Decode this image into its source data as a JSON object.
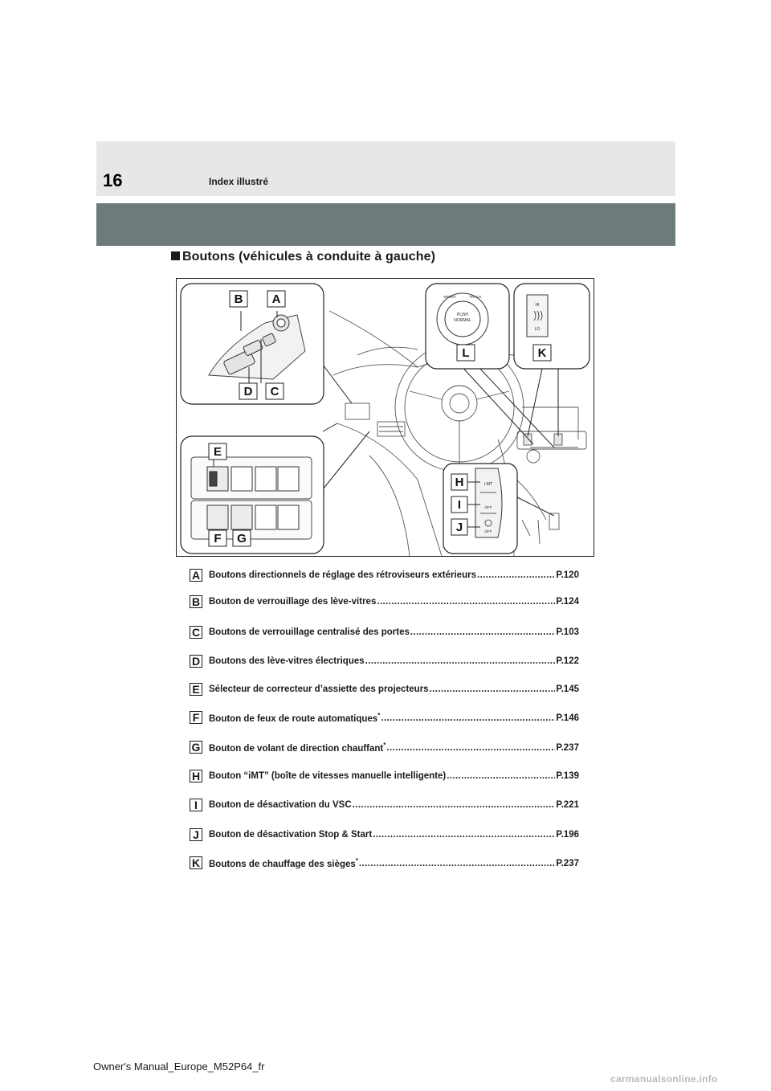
{
  "header": {
    "page_number": "16",
    "running_title": "Index illustré"
  },
  "section": {
    "title": "Boutons (véhicules à conduite à gauche)"
  },
  "figure": {
    "callouts": [
      "A",
      "B",
      "C",
      "D",
      "E",
      "F",
      "G",
      "H",
      "I",
      "J",
      "K",
      "L"
    ],
    "push_button_text": [
      "PUSH",
      "NORMAL"
    ],
    "push_button_ring": [
      "SPORT",
      "TRACK"
    ],
    "seat_heat_labels": [
      "HI",
      "LO"
    ],
    "console_switch_labels": [
      "i MT",
      "OFF",
      "OFF"
    ]
  },
  "items": [
    {
      "letter": "A",
      "label": "Boutons directionnels de réglage des rétroviseurs extérieurs",
      "page": "P.120"
    },
    {
      "letter": "B",
      "label": "Bouton de verrouillage des lève-vitres",
      "page": "P.124"
    },
    {
      "letter": "C",
      "label": "Boutons de verrouillage centralisé des portes",
      "page": "P.103"
    },
    {
      "letter": "D",
      "label": "Boutons des lève-vitres électriques",
      "page": "P.122"
    },
    {
      "letter": "E",
      "label": "Sélecteur de correcteur d’assiette des projecteurs",
      "page": "P.145"
    },
    {
      "letter": "F",
      "label": "Bouton de feux de route automatiques",
      "sup": "*",
      "page": "P.146"
    },
    {
      "letter": "G",
      "label": "Bouton de volant de direction chauffant",
      "sup": "*",
      "page": "P.237"
    },
    {
      "letter": "H",
      "label": "Bouton “iMT” (boîte de vitesses manuelle intelligente)",
      "page": "P.139"
    },
    {
      "letter": "I",
      "label": "Bouton de désactivation du VSC",
      "page": "P.221"
    },
    {
      "letter": "J",
      "label": "Bouton de désactivation Stop & Start",
      "page": "P.196"
    },
    {
      "letter": "K",
      "label": "Boutons de chauffage des sièges",
      "sup": "*",
      "page": "P.237"
    }
  ],
  "footer": {
    "text": "Owner's Manual_Europe_M52P64_fr",
    "watermark": "carmanualsonline.info"
  }
}
